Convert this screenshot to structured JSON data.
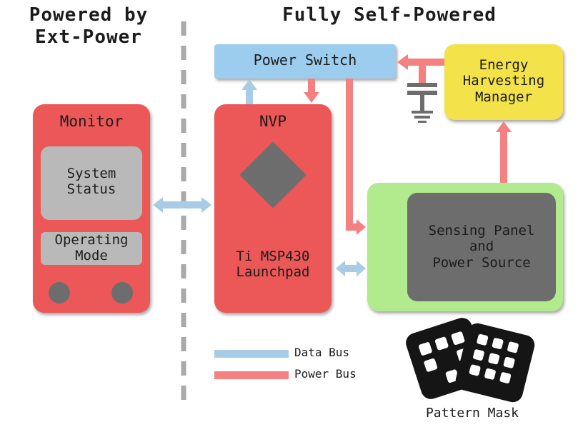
{
  "headings": {
    "left": "Powered by\nExt-Power",
    "right": "Fully Self-Powered"
  },
  "blocks": {
    "power_switch": "Power Switch",
    "energy_manager": "Energy\nHarvesting\nManager",
    "monitor": {
      "title": "Monitor",
      "system_status": "System\nStatus",
      "operating_mode": "Operating\nMode"
    },
    "nvp": {
      "title": "NVP",
      "board": "Ti MSP430\nLaunchpad"
    },
    "sensing_panel": "Sensing Panel\nand\nPower Source"
  },
  "legend": {
    "data_bus": "Data Bus",
    "power_bus": "Power Bus"
  },
  "pattern_mask": "Pattern Mask",
  "colors": {
    "red_block": "#ec5757",
    "gray_inner": "#b9b9b9",
    "dark_gray": "#6d6d6d",
    "green_block": "#b2ea8e",
    "blue_switch": "#9dcdee",
    "yellow_block": "#f3e24a",
    "data_bus": "#a8cbe6",
    "power_bus": "#f58080",
    "dashed_divider": "#a9a9a9"
  }
}
